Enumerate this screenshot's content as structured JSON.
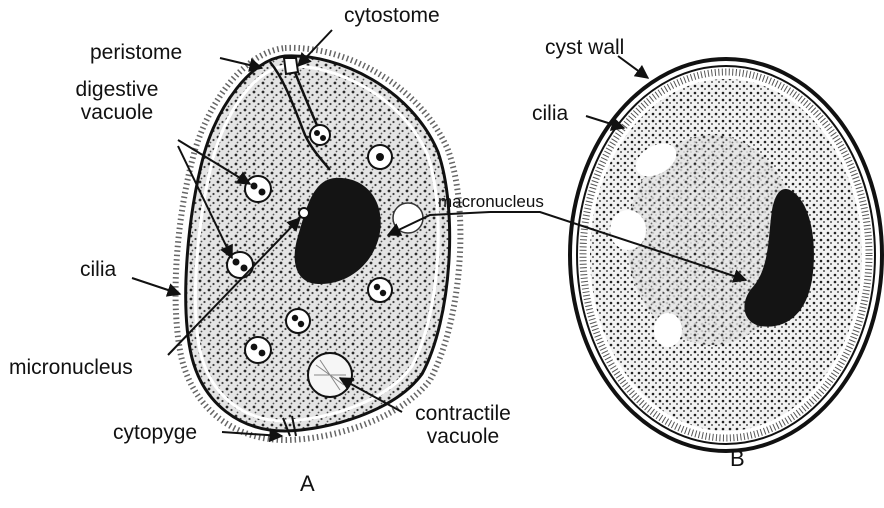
{
  "figure": {
    "colors": {
      "ink": "#111111",
      "cell_fill": "#d9d9d9",
      "nucleus": "#141414",
      "background": "#ffffff"
    },
    "labels": {
      "peristome": "peristome",
      "cytostome": "cytostome",
      "digestive_vacuole_line1": "digestive",
      "digestive_vacuole_line2": "vacuole",
      "cilia_a": "cilia",
      "micronucleus": "micronucleus",
      "cytopyge": "cytopyge",
      "contractile_vacuole_line1": "contractile",
      "contractile_vacuole_line2": "vacuole",
      "macronucleus": "macronucleus",
      "cyst_wall": "cyst wall",
      "cilia_b": "cilia"
    },
    "panels": {
      "a": "A",
      "b": "B"
    }
  }
}
